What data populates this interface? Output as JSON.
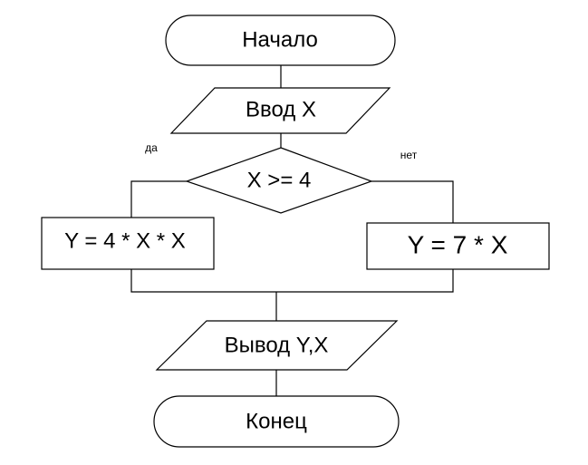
{
  "flowchart": {
    "start_label": "Начало",
    "input_label": "Ввод X",
    "decision_label": "X >= 4",
    "yes_label": "да",
    "no_label": "нет",
    "yes_branch_label": "Y = 4 * X * X",
    "no_branch_label": "Y = 7 * X",
    "output_label": "Вывод Y,X",
    "end_label": "Конец"
  }
}
